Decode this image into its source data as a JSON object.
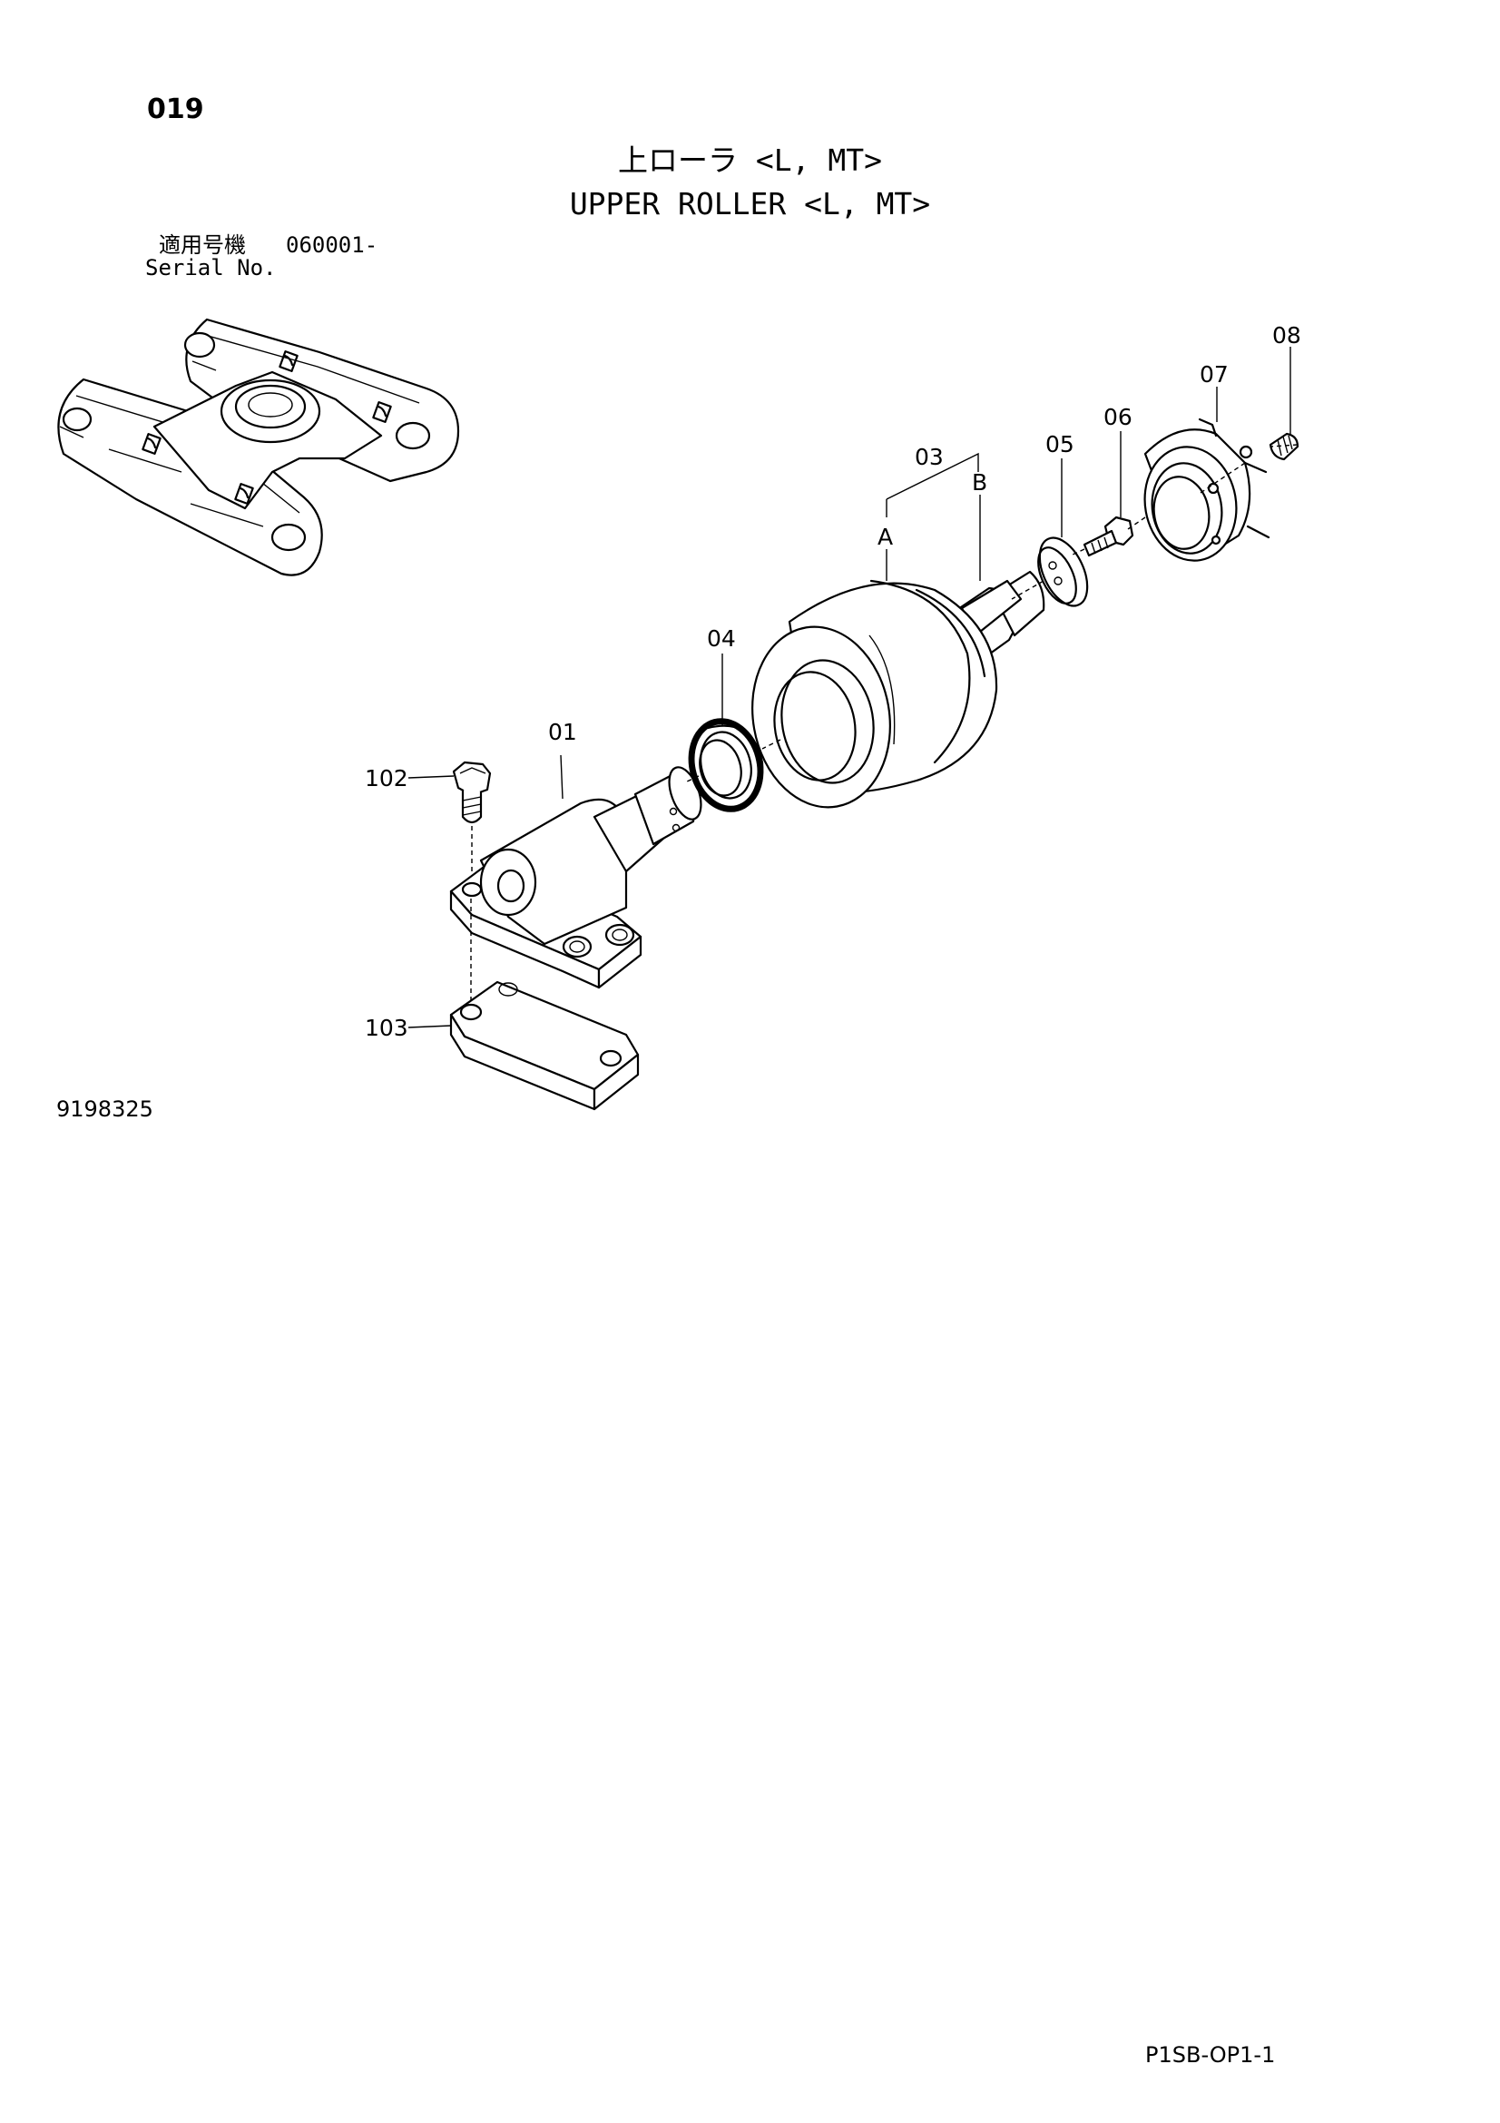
{
  "page_number": "019",
  "title_jp": "上ローラ <L, MT>",
  "title_en": "UPPER ROLLER <L, MT>",
  "serial": {
    "label_jp": "適用号機",
    "value": "060001-",
    "label_en": "Serial No."
  },
  "drawing_id": "9198325",
  "sheet_code": "P1SB-OP1-1",
  "callouts": {
    "p01": "01",
    "p03": "03",
    "p04": "04",
    "p05": "05",
    "p06": "06",
    "p07": "07",
    "p08": "08",
    "p102": "102",
    "p103": "103",
    "subA": "A",
    "subB": "B"
  }
}
